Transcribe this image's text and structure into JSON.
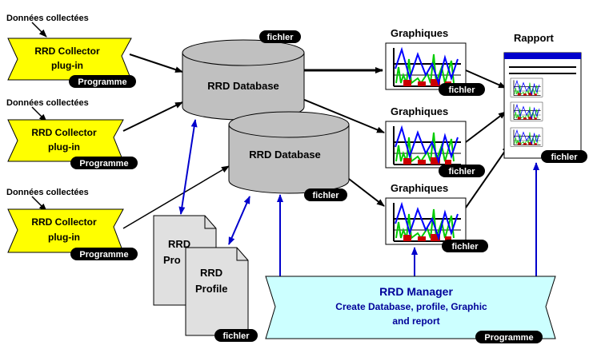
{
  "collected_label": "Données collectées",
  "collector": {
    "title": "RRD Collector",
    "subtitle": "plug-in"
  },
  "program_tag": "Programme",
  "file_tag": "fichler",
  "database_label": "RRD Database",
  "graph_label": "Graphiques",
  "report_label": "Rapport",
  "profile": {
    "title": "RRD",
    "subtitle": "Profile",
    "back_subtitle": "Pro"
  },
  "manager": {
    "title": "RRD Manager",
    "line1": "Create Database, profile,  Graphic",
    "line2": "and report"
  },
  "colors": {
    "collector_fill": "#ffff00",
    "cylinder_fill": "#c0c0c0",
    "manager_fill": "#ccffff",
    "manager_text": "#000099",
    "arrow_blue": "#0000cc",
    "report_header": "#0000cc",
    "chart_green": "#00cc00",
    "chart_red": "#cc0000",
    "chart_blue": "#0000ff"
  }
}
